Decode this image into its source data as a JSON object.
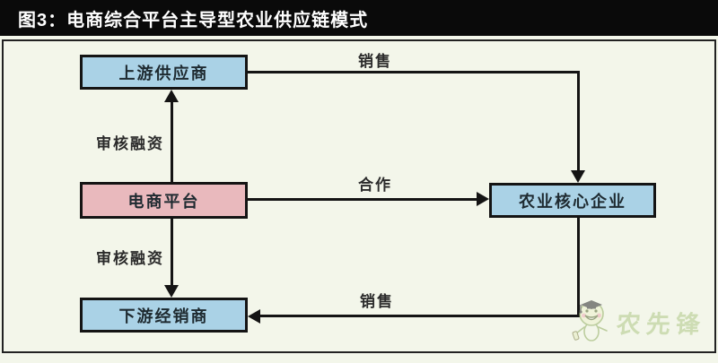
{
  "header": {
    "title": "图3：电商综合平台主导型农业供应链模式"
  },
  "diagram": {
    "nodes": {
      "upstream": {
        "label": "上游供应商"
      },
      "platform": {
        "label": "电商平台"
      },
      "downstream": {
        "label": "下游经销商"
      },
      "core": {
        "label": "农业核心企业"
      }
    },
    "edges": {
      "sales_top": {
        "label": "销售",
        "from": "上游供应商",
        "to": "农业核心企业"
      },
      "finance_top": {
        "label": "审核融资",
        "from": "电商平台",
        "to": "上游供应商"
      },
      "cooperation": {
        "label": "合作",
        "from": "电商平台",
        "to": "农业核心企业"
      },
      "finance_bottom": {
        "label": "审核融资",
        "from": "电商平台",
        "to": "下游经销商"
      },
      "sales_bottom": {
        "label": "销售",
        "from": "农业核心企业",
        "to": "下游经销商"
      }
    },
    "colors": {
      "header_bg": "#0a0a0a",
      "header_text": "#ffffff",
      "canvas_bg": "#f3f6ea",
      "node_blue": "#aad2e6",
      "node_pink": "#e9b9bd",
      "line": "#141414",
      "watermark_green": "#b9cf96"
    }
  },
  "watermark": {
    "text": "农先锋"
  }
}
